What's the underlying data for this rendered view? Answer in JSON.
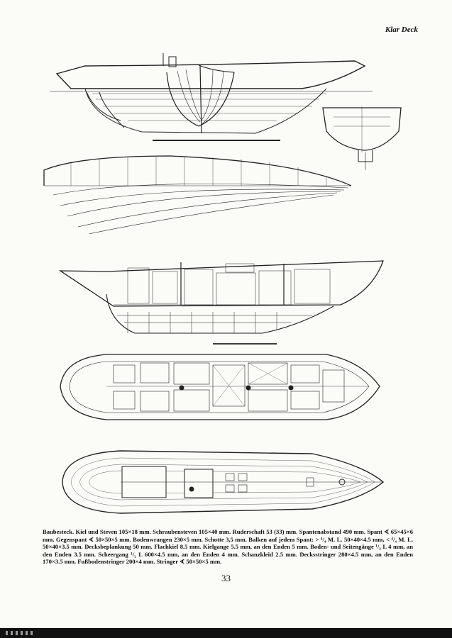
{
  "header": {
    "title": "Klar Deck"
  },
  "caption": {
    "lines": [
      "Baubesteck. Kiel und Steven 105×18 mm. Schraubensteven 105×40 mm. Ruderschaft 53 (33) mm. Spantenabstand 490 mm. Spant ∢ 65×45×6 mm. Gegenspant ∢ 50×50×5 mm. Bodenwrangen 230×5 mm. Schotte 3,5 mm. Balken auf jedem Spant: > ⁴/₄ M. L.",
      "50×40×4.5 mm, < ⁴/₄ M. L. 50×40×3.5 mm. Decksbeplankung 50 mm. Flachkiel 8.5 mm. Kielgange 5.5 mm, an den Enden 5 mm.",
      "Boden- und Seitengänge ¹/₂ L 4 mm, an den Enden 3.5 mm. Scheergang ¹/₂ L 600×4.5 mm, an den Enden 4 mm. Schanzkleid 2.5 mm.",
      "Decksstringer 280×4.5 mm, an den Enden 170×3.5 mm. Fußbodenstringer 200×4 mm. Stringer ∢ 50×50×5 mm."
    ]
  },
  "page_number": "33"
}
